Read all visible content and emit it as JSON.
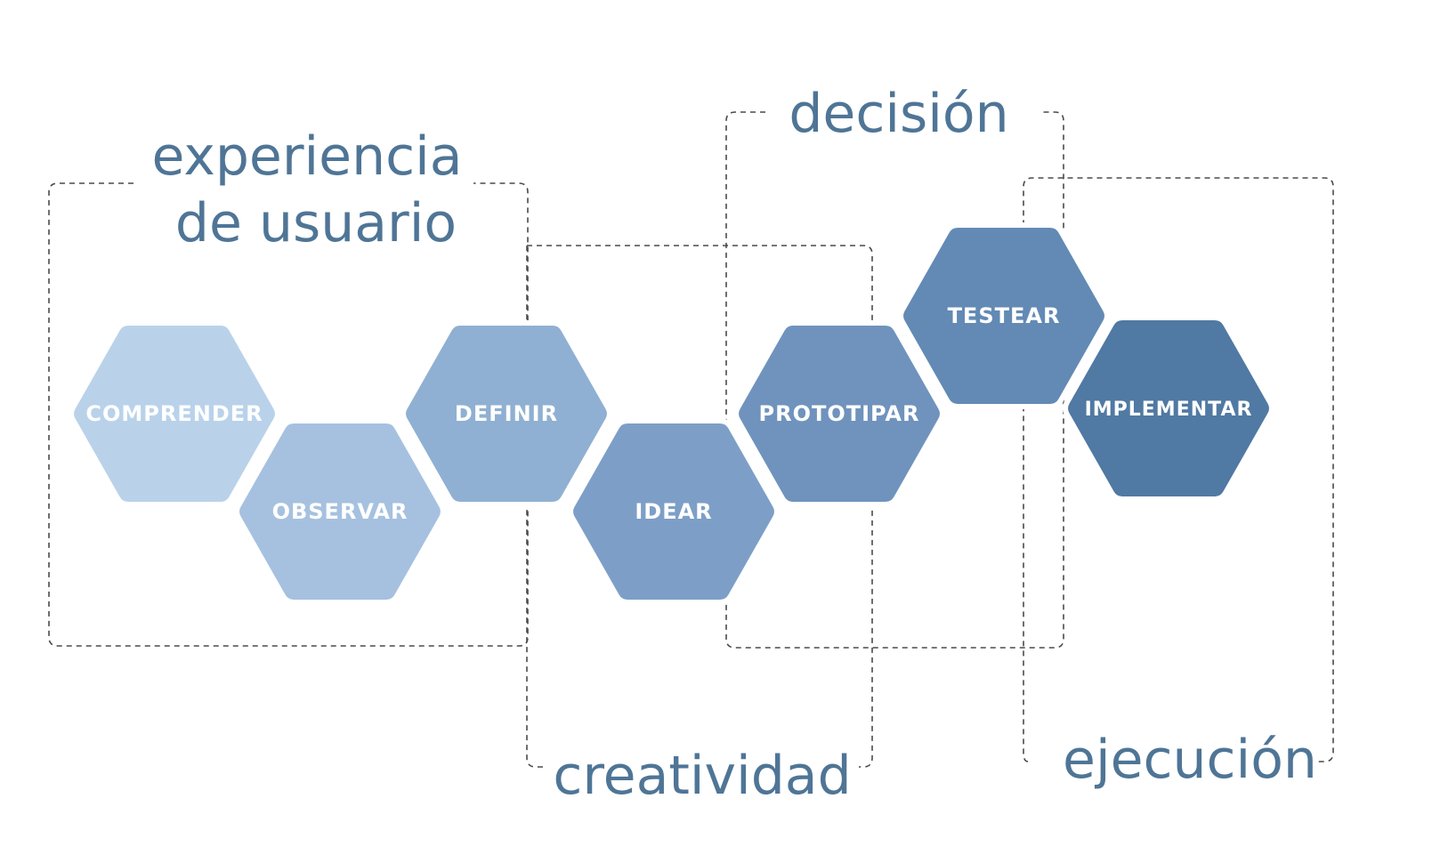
{
  "groups": {
    "experiencia": {
      "line1": "experiencia",
      "line2": "de usuario"
    },
    "creatividad": {
      "label": "creatividad"
    },
    "decision": {
      "label": "decisión"
    },
    "ejecucion": {
      "label": "ejecución"
    }
  },
  "steps": [
    {
      "id": "comprender",
      "label": "COMPRENDER",
      "color": "#b9d2ea"
    },
    {
      "id": "observar",
      "label": "OBSERVAR",
      "color": "#a6c1df"
    },
    {
      "id": "definir",
      "label": "DEFINIR",
      "color": "#8fb0d2"
    },
    {
      "id": "idear",
      "label": "IDEAR",
      "color": "#7d9fc7"
    },
    {
      "id": "prototipar",
      "label": "PROTOTIPAR",
      "color": "#6f93bd"
    },
    {
      "id": "testear",
      "label": "TESTEAR",
      "color": "#628ab5"
    },
    {
      "id": "implementar",
      "label": "IMPLEMENTAR",
      "color": "#5079a3"
    }
  ]
}
